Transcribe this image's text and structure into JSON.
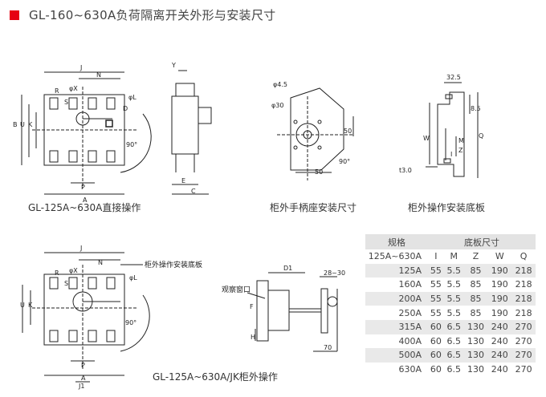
{
  "header": {
    "title": "GL-160~630A负荷隔离开关外形与安装尺寸"
  },
  "captions": {
    "direct_operation": "GL-125A~630A直接操作",
    "handle_base": "柜外手柄座安装尺寸",
    "base_plate": "柜外操作安装底板",
    "jk_external": "GL-125A~630A/JK柜外操作"
  },
  "labels": {
    "fig1": {
      "J": "J",
      "N": "N",
      "R": "R",
      "X": "φX",
      "S": "S",
      "L": "φL",
      "D": "D",
      "B": "B",
      "U": "U",
      "K": "K",
      "angle": "90°",
      "P": "P",
      "A": "A"
    },
    "fig2": {
      "Y": "Y",
      "E": "E",
      "C": "C"
    },
    "fig3": {
      "d45": "φ4.5",
      "d30": "φ30",
      "n50v": "50",
      "n50h": "50",
      "angle": "90°"
    },
    "fig4": {
      "n325": "32.5",
      "n85": "8.5",
      "W": "W",
      "Q": "Q",
      "M": "M",
      "Z": "Z",
      "I": "I",
      "t30": "t3.0"
    },
    "fig5": {
      "J": "J",
      "N": "N",
      "R": "R",
      "X": "φX",
      "S": "S",
      "L": "φL",
      "U": "U",
      "K": "K",
      "angle": "90°",
      "P": "P",
      "A": "A",
      "J1": "J1",
      "plate_callout": "柜外操作安装底板"
    },
    "fig6": {
      "D1": "D1",
      "r2830": "28~30",
      "window": "观察窗口",
      "F": "F",
      "H": "H",
      "n70": "70"
    }
  },
  "table": {
    "group_header": "规格",
    "plate_header": "底板尺寸",
    "columns": [
      "I",
      "M",
      "Z",
      "W",
      "Q"
    ],
    "range_label": "125A~630A",
    "rows": [
      {
        "model": "125A",
        "values": [
          "55",
          "5.5",
          "85",
          "190",
          "218"
        ]
      },
      {
        "model": "160A",
        "values": [
          "55",
          "5.5",
          "85",
          "190",
          "218"
        ]
      },
      {
        "model": "200A",
        "values": [
          "55",
          "5.5",
          "85",
          "190",
          "218"
        ]
      },
      {
        "model": "250A",
        "values": [
          "55",
          "5.5",
          "85",
          "190",
          "218"
        ]
      },
      {
        "model": "315A",
        "values": [
          "60",
          "6.5",
          "130",
          "240",
          "270"
        ]
      },
      {
        "model": "400A",
        "values": [
          "60",
          "6.5",
          "130",
          "240",
          "270"
        ]
      },
      {
        "model": "500A",
        "values": [
          "60",
          "6.5",
          "130",
          "240",
          "270"
        ]
      },
      {
        "model": "630A",
        "values": [
          "60",
          "6.5",
          "130",
          "240",
          "270"
        ]
      }
    ]
  }
}
